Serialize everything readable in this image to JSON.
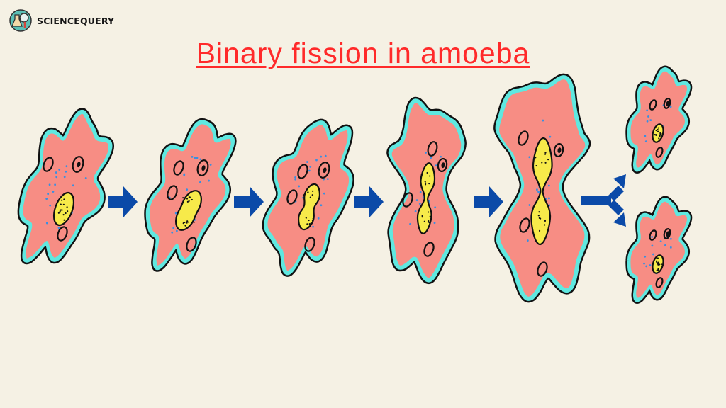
{
  "logo": {
    "text": "SCIENCEQUERY",
    "icon": "flask-magnifier-icon"
  },
  "title": "Binary fission in amoeba",
  "colors": {
    "background": "#f5f1e4",
    "cytoplasm": "#f78d84",
    "membrane_glow": "#5fe8e0",
    "nucleus": "#f7ea4a",
    "arrow": "#0b4aa8",
    "title": "#ff2a2a"
  },
  "stages": [
    {
      "name": "parent-amoeba"
    },
    {
      "name": "nucleus-elongates"
    },
    {
      "name": "nucleus-constricts"
    },
    {
      "name": "cytoplasm-constricts"
    },
    {
      "name": "nucleus-divides"
    },
    {
      "name": "daughter-amoebae"
    }
  ]
}
